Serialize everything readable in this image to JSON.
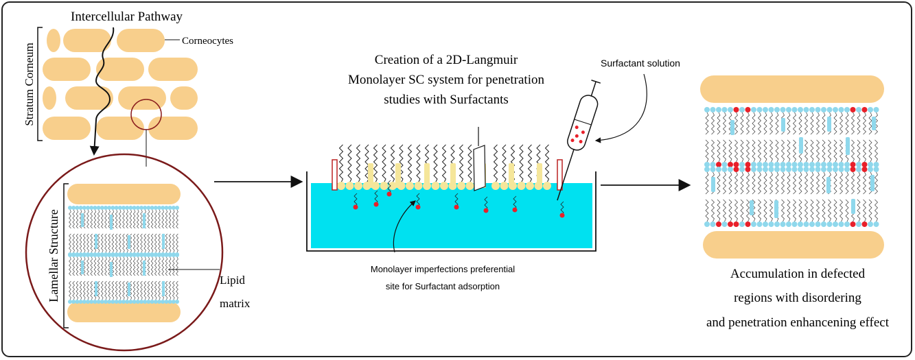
{
  "labels": {
    "intercellular_pathway": "Intercellular Pathway",
    "corneocytes": "Corneocytes",
    "stratum_corneum": "Stratum Corneum",
    "lamellar_structure": "Lamellar Structure",
    "lipid": "Lipid",
    "matrix": "matrix",
    "creation_line1": "Creation of a 2D-Langmuir",
    "creation_line2": "Monolayer SC system for penetration",
    "creation_line3": "studies with Surfactants",
    "surfactant_solution": "Surfactant solution",
    "imperfections_line1": "Monolayer imperfections preferential",
    "imperfections_line2": "site for Surfactant adsorption",
    "accum_line1": "Accumulation in defected",
    "accum_line2": "regions with disordering",
    "accum_line3": "and penetration enhancening effect"
  },
  "colors": {
    "corneocyte": "#f8cf8c",
    "lipid_head": "#8fd8ec",
    "water": "#00e1f0",
    "surfactant": "#e8202a",
    "cholesterol": "#f5e69a",
    "outline": "#7a1a1a"
  }
}
